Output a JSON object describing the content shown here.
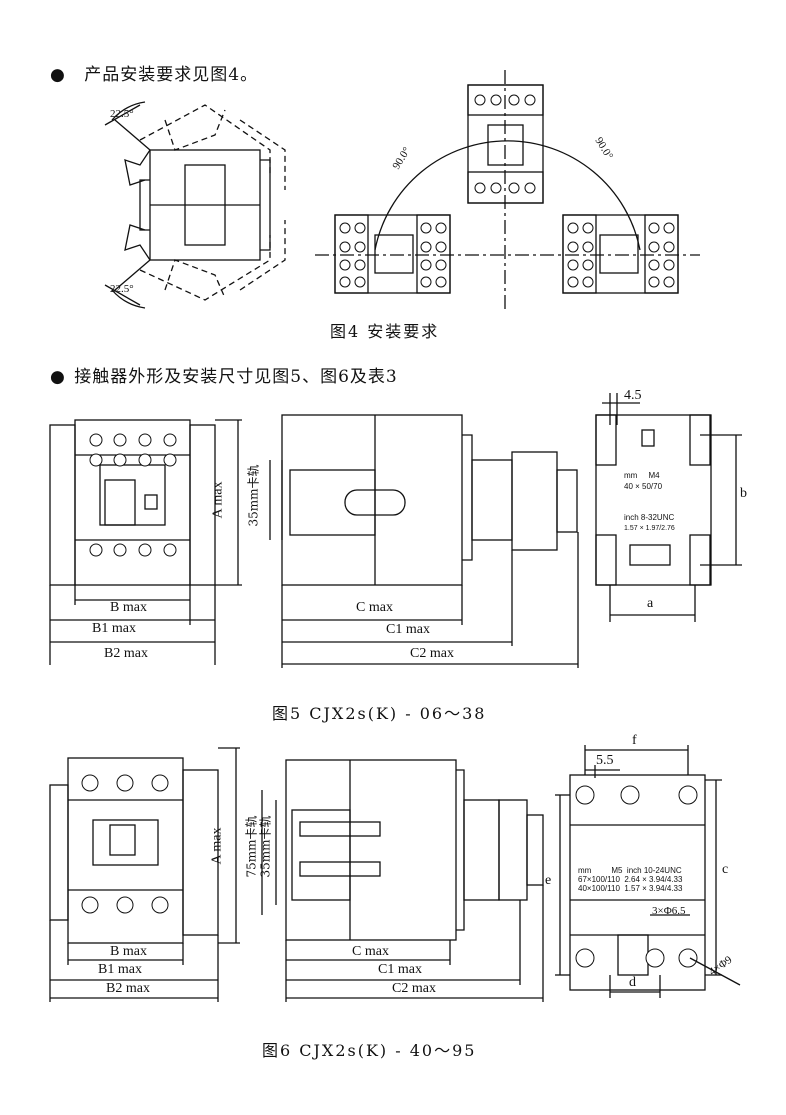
{
  "section1": {
    "bullet": "●",
    "text": "产品安装要求见图4。"
  },
  "fig4": {
    "angle_left_top": "22.5°",
    "angle_left_bottom": "22.5°",
    "angle_right_left": "90.0°",
    "angle_right_right": "90.0°",
    "caption": "图4 安装要求"
  },
  "section2": {
    "bullet": "●",
    "text": "接触器外形及安装尺寸见图5、图6及表3"
  },
  "fig5": {
    "b_max": "B max",
    "b1_max": "B1 max",
    "b2_max": "B2 max",
    "a_max": "A max",
    "rail": "35mm卡轨",
    "c_max": "C max",
    "c1_max": "C1 max",
    "c2_max": "C2 max",
    "dim_4_5": "4.5",
    "dim_a": "a",
    "dim_b": "b",
    "unit_mm": "mm",
    "screw_m": "M4",
    "mm_size": "40 × 50/70",
    "unit_inch": "inch",
    "screw_inch": "8-32UNC",
    "inch_size": "1.57 × 1.97/2.76",
    "caption": "图5 CJX2s(K) - 06～38"
  },
  "fig6": {
    "b_max": "B max",
    "b1_max": "B1 max",
    "b2_max": "B2 max",
    "a_max": "A max",
    "rail75": "75mm卡轨",
    "rail35": "35mm卡轨",
    "c_max": "C max",
    "c1_max": "C1 max",
    "c2_max": "C2 max",
    "dim_f": "f",
    "dim_5_5": "5.5",
    "dim_e": "e",
    "dim_c": "c",
    "dim_d": "d",
    "holes3": "3×Φ6.5",
    "holes4": "4×Φ9",
    "unit_mm": "mm",
    "screw_m": "M5",
    "unit_inch": "inch",
    "screw_inch": "10-24UNC",
    "mm_row1": "67×100/110",
    "inch_row1": "2.64 × 3.94/4.33",
    "mm_row2": "40×100/110",
    "inch_row2": "1.57 × 3.94/4.33",
    "caption": "图6 CJX2s(K) - 40～95"
  }
}
